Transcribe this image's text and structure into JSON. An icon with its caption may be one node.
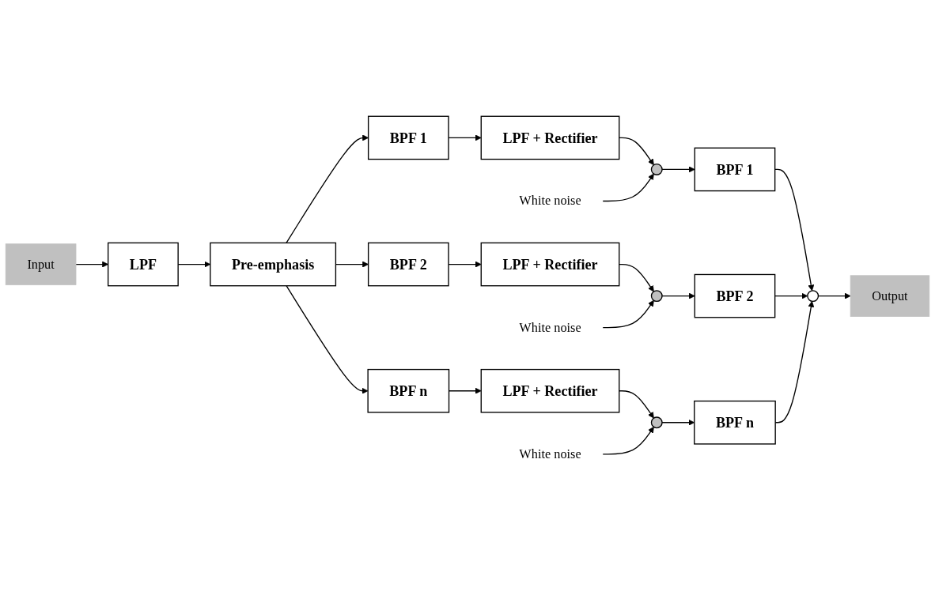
{
  "diagram": {
    "nodes": [
      {
        "text": [
          "Input"
        ]
      },
      {
        "text": [
          "LPF"
        ]
      },
      {
        "text": [
          "Pre-emphasis"
        ]
      },
      {
        "text": [
          "BPF 1"
        ]
      },
      {
        "text": [
          "LPF + Rectifier"
        ]
      },
      {
        "text": [],
        "shape": "circle"
      },
      {
        "text": [
          "White noise"
        ]
      },
      {
        "text": [
          "BPF 1"
        ]
      },
      {
        "text": [
          "BPF 2"
        ]
      },
      {
        "text": [
          "LPF + Rectifier"
        ]
      },
      {
        "text": [],
        "shape": "circle"
      },
      {
        "text": [
          "White noise"
        ]
      },
      {
        "text": [
          "BPF 2"
        ]
      },
      {
        "text": [
          "BPF n"
        ]
      },
      {
        "text": [
          "LPF + Rectifier"
        ]
      },
      {
        "text": [],
        "shape": "circle"
      },
      {
        "text": [
          "White noise"
        ]
      },
      {
        "text": [
          "BPF n"
        ]
      },
      {
        "text": [],
        "shape": "circle"
      },
      {
        "text": [
          "Output"
        ]
      }
    ],
    "edges": [
      {
        "from": 0,
        "to": 1,
        "arrow": "to"
      },
      {
        "from": 1,
        "to": 2,
        "arrow": "to"
      },
      {
        "from": 2,
        "to": 3,
        "arrow": "to"
      },
      {
        "from": 2,
        "to": 8,
        "arrow": "to"
      },
      {
        "from": 2,
        "to": 13,
        "arrow": "to"
      },
      {
        "from": 3,
        "to": 4,
        "arrow": "to"
      },
      {
        "from": 4,
        "to": 5,
        "arrow": "to"
      },
      {
        "from": 6,
        "to": 5,
        "arrow": "to"
      },
      {
        "from": 5,
        "to": 7,
        "arrow": "to"
      },
      {
        "from": 7,
        "to": 18,
        "arrow": "to"
      },
      {
        "from": 8,
        "to": 9,
        "arrow": "to"
      },
      {
        "from": 9,
        "to": 10,
        "arrow": "to"
      },
      {
        "from": 11,
        "to": 10,
        "arrow": "to"
      },
      {
        "from": 10,
        "to": 12,
        "arrow": "to"
      },
      {
        "from": 12,
        "to": 18,
        "arrow": "to"
      },
      {
        "from": 13,
        "to": 14,
        "arrow": "to"
      },
      {
        "from": 14,
        "to": 15,
        "arrow": "to"
      },
      {
        "from": 16,
        "to": 15,
        "arrow": "to"
      },
      {
        "from": 15,
        "to": 17,
        "arrow": "to"
      },
      {
        "from": 17,
        "to": 18,
        "arrow": "to"
      },
      {
        "from": 18,
        "to": 19,
        "arrow": "to"
      }
    ]
  }
}
